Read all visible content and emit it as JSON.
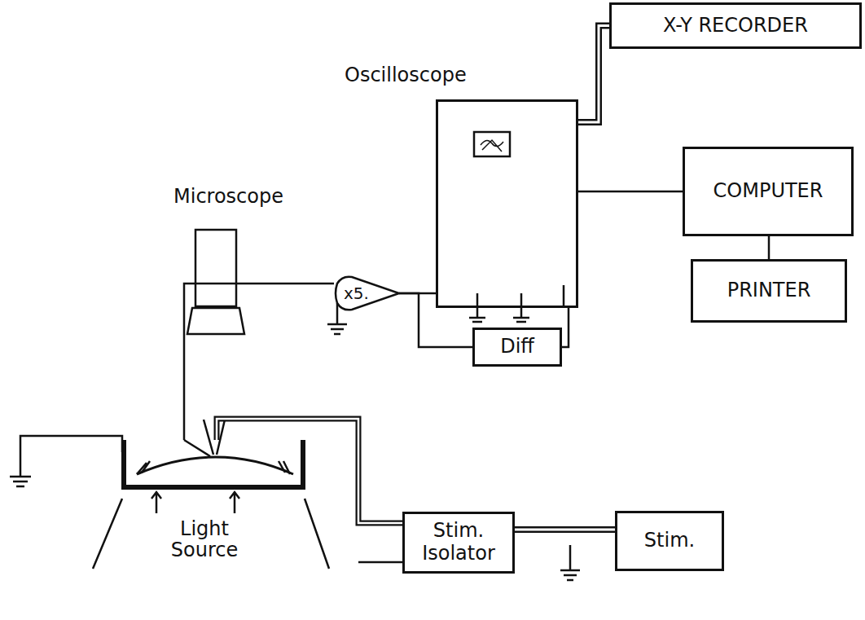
{
  "diagram": {
    "nodes": [
      {
        "text": [
          "X-Y RECORDER"
        ]
      },
      {
        "text": [
          "Oscilloscope"
        ]
      },
      {
        "text": [
          "COMPUTER"
        ]
      },
      {
        "text": [
          "PRINTER"
        ]
      },
      {
        "text": [
          "x5."
        ]
      },
      {
        "text": [
          "Diff"
        ]
      },
      {
        "text": [
          "Stim. Isolator"
        ]
      },
      {
        "text": [
          "Stim."
        ]
      }
    ],
    "edges": [
      {
        "from": 1,
        "to": 0,
        "arrow": "none"
      },
      {
        "from": 1,
        "to": 2,
        "arrow": "none"
      },
      {
        "from": 2,
        "to": 3,
        "arrow": "none"
      },
      {
        "from": 4,
        "to": 1,
        "arrow": "none"
      },
      {
        "from": 4,
        "to": 5,
        "arrow": "none"
      },
      {
        "from": 5,
        "to": 1,
        "arrow": "none"
      },
      {
        "from": 7,
        "to": 6,
        "arrow": "none"
      }
    ],
    "labels": [
      "Microscope",
      "Light Source"
    ]
  }
}
